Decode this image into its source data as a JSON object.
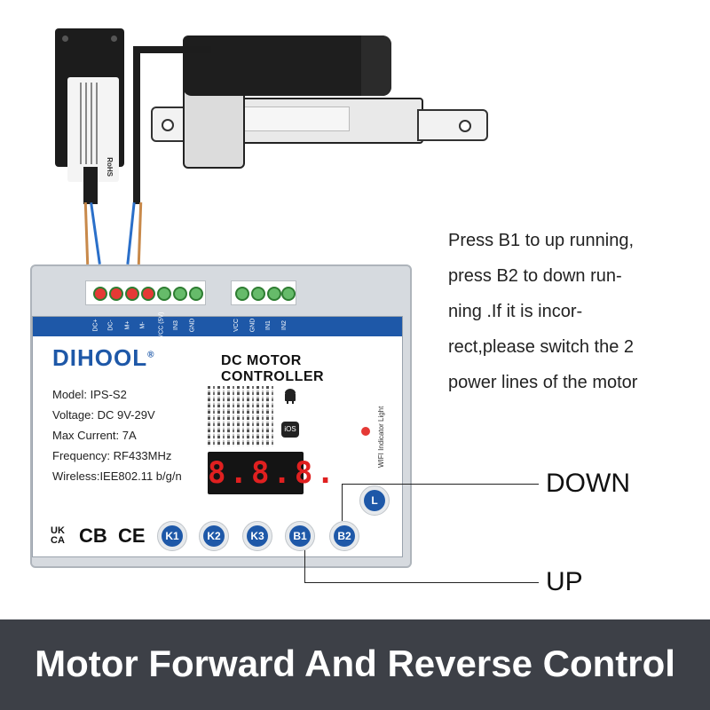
{
  "adapter": {
    "brand_mark": "RoHS"
  },
  "controller": {
    "pin_labels": [
      "DC+",
      "DC-",
      "M+",
      "M-",
      "VCC (5V)",
      "IN3",
      "GND",
      "VCC",
      "GND",
      "IN1",
      "IN2"
    ],
    "brand": "DIHOOL",
    "brand_mark": "®",
    "product_name": "DC MOTOR CONTROLLER",
    "specs": [
      "Model: IPS-S2",
      "Voltage: DC 9V-29V",
      "Max Current: 7A",
      "Frequency: RF433MHz",
      "Wireless:IEE802.11 b/g/n"
    ],
    "display_value": "8.8.8.",
    "ios_label": "iOS",
    "wifi_indicator_label": "WIFI Indicator Light",
    "cert_ukca": [
      "UK",
      "CA"
    ],
    "cert_cb": "CB",
    "cert_ce": "CE",
    "buttons": [
      "K1",
      "K2",
      "K3",
      "B1",
      "B2"
    ],
    "l_button": "L"
  },
  "instructions": [
    "Press B1 to up running,",
    "press B2 to down run-",
    "ning .If it is incor-",
    "rect,please switch the 2",
    "power lines of the motor"
  ],
  "callouts": {
    "down": "DOWN",
    "up": "UP"
  },
  "banner": {
    "title": "Motor Forward And Reverse Control"
  },
  "colors": {
    "accent_blue": "#1e58a8",
    "display_red": "#e02020",
    "banner_bg": "#3d4047"
  }
}
